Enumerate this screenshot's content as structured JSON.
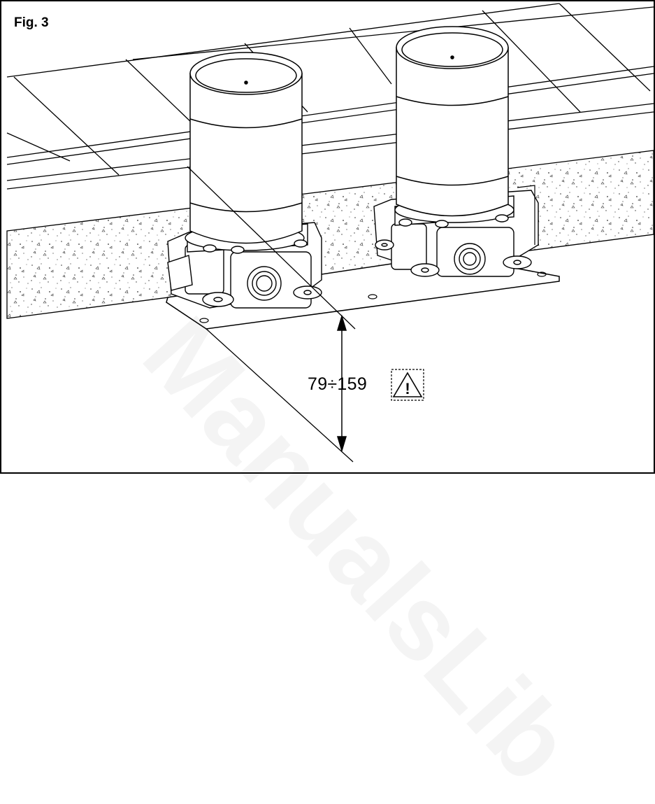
{
  "figure": {
    "label": "Fig. 3"
  },
  "dimension": {
    "range_text": "79÷159"
  },
  "warning": {
    "symbol": "!",
    "icon": "warning-triangle-icon"
  },
  "watermark": {
    "text": "ManualsLib"
  },
  "colors": {
    "line": "#000000",
    "background": "#ffffff",
    "concrete_speckle": "#333333"
  }
}
